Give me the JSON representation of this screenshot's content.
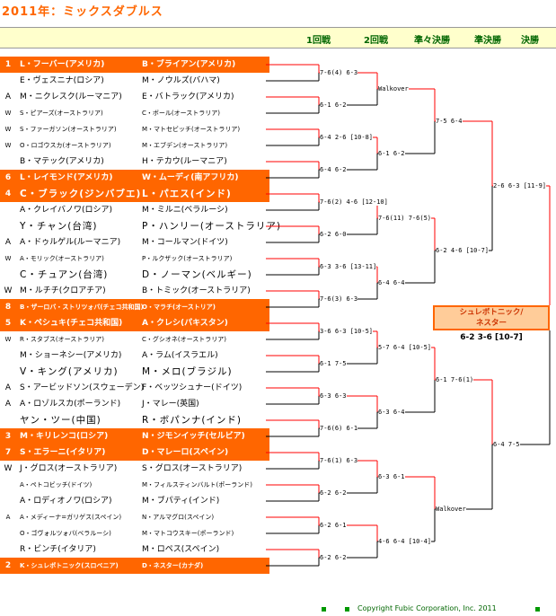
{
  "title": "2011年：ミックスダブルス",
  "rounds": [
    "1回戦",
    "2回戦",
    "準々決勝",
    "準決勝",
    "決勝"
  ],
  "rows": [
    {
      "seed": "1",
      "p1": "L・フーバー(アメリカ)",
      "p2": "B・ブライアン(アメリカ)",
      "seeded": true
    },
    {
      "seed": "",
      "p1": "E・ヴェスニナ(ロシア)",
      "p2": "M・ノウルズ(バハマ)"
    },
    {
      "seed": "A",
      "p1": "M・ニクレスク(ルーマニア)",
      "p2": "E・バトラック(アメリカ)"
    },
    {
      "seed": "W",
      "p1": "S・ピアーズ(オーストラリア)",
      "p2": "C・ボール(オーストラリア)",
      "tiny": true
    },
    {
      "seed": "W",
      "p1": "S・ファーガソン(オーストラリア)",
      "p2": "M・マトセビッチ(オーストラリア)",
      "tiny": true
    },
    {
      "seed": "W",
      "p1": "O・ロゴウスカ(オーストラリア)",
      "p2": "M・エブデン(オーストラリア)",
      "tiny": true
    },
    {
      "seed": "",
      "p1": "B・マテック(アメリカ)",
      "p2": "H・テカウ(ルーマニア)"
    },
    {
      "seed": "6",
      "p1": "L・レイモンド(アメリカ)",
      "p2": "W・ムーディ(南アフリカ)",
      "seeded": true
    },
    {
      "seed": "4",
      "p1": "C・ブラック(ジンバブエ)",
      "p2": "L・パエス(インド)",
      "seeded": true,
      "big": true
    },
    {
      "seed": "",
      "p1": "A・クレイバノワ(ロシア)",
      "p2": "M・ミルニ(ベラルーシ)"
    },
    {
      "seed": "",
      "p1": "Y・チャン(台湾)",
      "p2": "P・ハンリー(オーストラリア)",
      "big": true
    },
    {
      "seed": "A",
      "p1": "A・ドゥルゲル(ルーマニア)",
      "p2": "M・コールマン(ドイツ)"
    },
    {
      "seed": "W",
      "p1": "A・モリック(オーストラリア)",
      "p2": "P・ルクザック(オーストラリア)",
      "tiny": true
    },
    {
      "seed": "",
      "p1": "C・チュアン(台湾)",
      "p2": "D・ノーマン(ベルギー)",
      "big": true
    },
    {
      "seed": "W",
      "p1": "M・ルチチ(クロアチア)",
      "p2": "B・トミック(オーストラリア)"
    },
    {
      "seed": "8",
      "p1": "B・ザーロバ・ストリツォバ(チェコ共和国)",
      "p2": "O・マラチ(オーストリア)",
      "seeded": true,
      "tiny": true
    },
    {
      "seed": "5",
      "p1": "K・ペシュキ(チェコ共和国)",
      "p2": "A・クレシ(パキスタン)",
      "seeded": true
    },
    {
      "seed": "W",
      "p1": "R・スタブス(オーストラリア)",
      "p2": "C・グシオネ(オーストラリア)",
      "tiny": true
    },
    {
      "seed": "",
      "p1": "M・ショーネシー(アメリカ)",
      "p2": "A・ラム(イスラエル)"
    },
    {
      "seed": "",
      "p1": "V・キング(アメリカ)",
      "p2": "M・メロ(ブラジル)",
      "big": true
    },
    {
      "seed": "A",
      "p1": "S・アービッドソン(スウェーデン)",
      "p2": "F・ベッツシュナー(ドイツ)"
    },
    {
      "seed": "A",
      "p1": "A・ロゾルスカ(ポーランド)",
      "p2": "J・マレー(英国)"
    },
    {
      "seed": "",
      "p1": "ヤン・ツー(中国)",
      "p2": "R・ボパンナ(インド)",
      "big": true
    },
    {
      "seed": "3",
      "p1": "M・キリレンコ(ロシア)",
      "p2": "N・ジモンイッチ(セルビア)",
      "seeded": true
    },
    {
      "seed": "7",
      "p1": "S・エラーニ(イタリア)",
      "p2": "D・マレーロ(スペイン)",
      "seeded": true
    },
    {
      "seed": "W",
      "p1": "J・グロス(オーストラリア)",
      "p2": "S・グロス(オーストラリア)"
    },
    {
      "seed": "",
      "p1": "A・ペトコビッチ(ドイツ)",
      "p2": "M・フィルスティンバルト(ポーランド)",
      "tiny": true
    },
    {
      "seed": "",
      "p1": "A・ロディオノワ(ロシア)",
      "p2": "M・ブパティ(インド)"
    },
    {
      "seed": "A",
      "p1": "A・メディーナ=ガリゲス(スペイン)",
      "p2": "N・アルマグロ(スペイン)",
      "tiny": true
    },
    {
      "seed": "",
      "p1": "O・ゴヴォルツォバ(ベラルーシ)",
      "p2": "M・マトコウスキー(ポーランド)",
      "tiny": true
    },
    {
      "seed": "",
      "p1": "R・ビンチ(イタリア)",
      "p2": "M・ロペス(スペイン)"
    },
    {
      "seed": "2",
      "p1": "K・シュレボトニック(スロベニア)",
      "p2": "D・ネスター(カナダ)",
      "seeded": true,
      "tiny": true
    }
  ],
  "r1_scores": [
    "7-6(4) 6-3",
    "6-1 6-2",
    "6-4 2-6 [10-8]",
    "6-4 6-2",
    "7-6(2) 4-6 [12-10]",
    "6-2 6-0",
    "6-3 3-6 [13-11]",
    "7-6(3) 6-3",
    "3-6 6-3 [10-5]",
    "6-1 7-5",
    "6-3 6-3",
    "7-6(6) 6-1",
    "7-6(1) 6-3",
    "6-2 6-2",
    "6-2 6-1",
    "6-2 6-2"
  ],
  "r2_scores": [
    "Walkover",
    "6-1 6-2",
    "7-6(11) 7-6(5)",
    "6-4 6-4",
    "5-7 6-4 [10-5]",
    "6-3 6-4",
    "6-3 6-1",
    "4-6 6-4 [10-4]"
  ],
  "qf_scores": [
    "7-5 6-4",
    "6-2 4-6 [10-7]",
    "6-1 7-6(1)",
    "Walkover"
  ],
  "sf_scores": [
    "2-6 6-3 [11-9]",
    "6-4 7-5"
  ],
  "champion": "シュレボトニック/\nネスター",
  "final_score": "6-2 3-6 [10-7]",
  "copyright": "Copyright Fubic Corporation, Inc. 2011",
  "colors": {
    "seed_bg": "#ff6600",
    "line": "#ff0000",
    "header_bg": "#ffffcc",
    "round_label": "#006600"
  }
}
